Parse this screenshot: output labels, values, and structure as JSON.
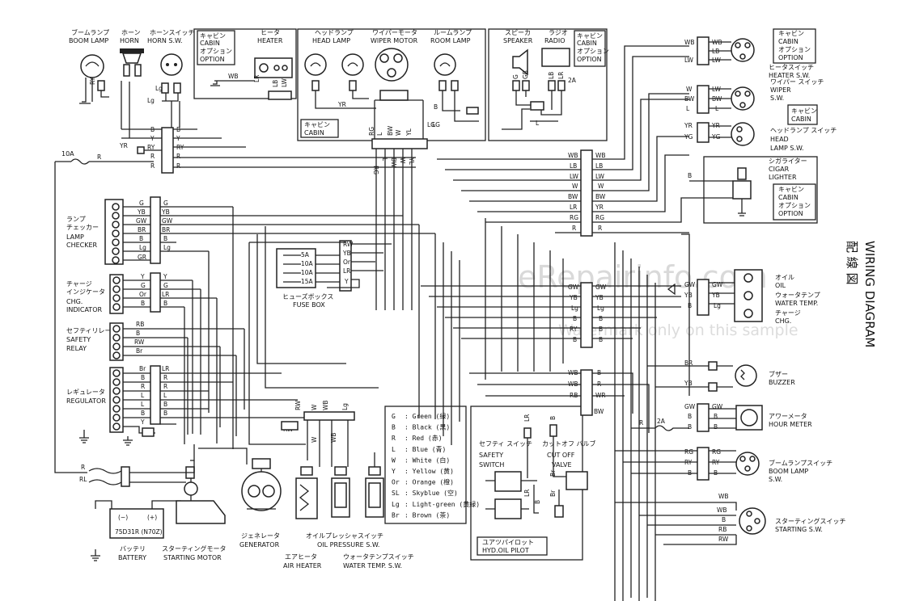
{
  "title": {
    "jp": "配 線 図",
    "en": "WIRING DIAGRAM"
  },
  "watermark": {
    "main": "eRepairinfo.com",
    "sub": "Watermark only on this sample"
  },
  "components": {
    "boom_lamp": {
      "jp": "ブームランプ",
      "en": "BOOM LAMP"
    },
    "horn": {
      "jp": "ホーン",
      "en": "HORN"
    },
    "horn_sw": {
      "jp": "ホーンスイッチ",
      "en": "HORN S.W."
    },
    "heater": {
      "jp": "ヒータ",
      "en": "HEATER"
    },
    "head_lamp": {
      "jp": "ヘッドランプ",
      "en": "HEAD LAMP"
    },
    "wiper_motor": {
      "jp": "ワイパーモータ",
      "en": "WIPER MOTOR"
    },
    "room_lamp": {
      "jp": "ルームランプ",
      "en": "ROOM LAMP"
    },
    "speaker": {
      "jp": "スピーカ",
      "en": "SPEAKER"
    },
    "radio": {
      "jp": "ラジオ",
      "en": "RADIO"
    },
    "lamp_checker": {
      "jp1": "ランプ",
      "jp2": "チェッカー",
      "en1": "LAMP",
      "en2": "CHECKER"
    },
    "chg_indicator": {
      "jp1": "チャージ",
      "jp2": "インジケータ",
      "en1": "CHG.",
      "en2": "INDICATOR"
    },
    "safety_relay": {
      "jp": "セフティリレー",
      "en1": "SAFETY",
      "en2": "RELAY"
    },
    "regulator": {
      "jp": "レギュレータ",
      "en": "REGULATOR"
    },
    "fuse_box": {
      "jp": "ヒューズボックス",
      "en": "FUSE BOX"
    },
    "battery": {
      "jp": "バッテリ",
      "en": "BATTERY",
      "model": "75D31R (N70Z)",
      "minus": "(−)",
      "plus": "(+)"
    },
    "starting_motor": {
      "jp": "スターティングモータ",
      "en": "STARTING MOTOR"
    },
    "generator": {
      "jp": "ジェネレータ",
      "en": "GENERATOR"
    },
    "oil_pressure_sw": {
      "jp": "オイルプレッシャスイッチ",
      "en": "OIL PRESSURE S.W."
    },
    "air_heater": {
      "jp": "エアヒータ",
      "en": "AIR HEATER"
    },
    "water_temp_sw": {
      "jp": "ウォータテンプスイッチ",
      "en": "WATER TEMP. S.W."
    },
    "safety_switch": {
      "jp": "セフティ スイッチ",
      "en1": "SAFETY",
      "en2": "SWITCH"
    },
    "cutoff_valve": {
      "jp": "カットオフ バルブ",
      "en1": "CUT OFF",
      "en2": "VALVE"
    },
    "hyd_oil_pilot": {
      "jp": "ユアツパイロット",
      "en": "HYD.OIL PILOT"
    },
    "heater_sw": {
      "jp": "ヒータスイッチ",
      "en": "HEATER S.W."
    },
    "wiper_sw": {
      "jp": "ワイパー スイッチ",
      "en1": "WIPER",
      "en2": "S.W."
    },
    "head_lamp_sw": {
      "jp": "ヘッドランプ スイッチ",
      "en1": "HEAD",
      "en2": "LAMP S.W."
    },
    "cigar_lighter": {
      "jp": "シガライター",
      "en1": "CIGAR",
      "en2": "LIGHTER"
    },
    "oil": {
      "jp": "オイル",
      "en": "OIL"
    },
    "water_temp": {
      "jp": "ウォータテンプ",
      "en": "WATER TEMP."
    },
    "chg": {
      "jp": "チャージ",
      "en": "CHG."
    },
    "buzzer": {
      "jp": "ブザー",
      "en": "BUZZER"
    },
    "hour_meter": {
      "jp": "アワーメータ",
      "en": "HOUR METER"
    },
    "boom_lamp_sw": {
      "jp": "ブームランプスイッチ",
      "en1": "BOOM LAMP",
      "en2": "S.W."
    },
    "starting_sw": {
      "jp": "スターティングスイッチ",
      "en": "STARTING S.W."
    }
  },
  "option_boxes": {
    "cabin_option": {
      "l1": "キャビン",
      "l2": "CABIN",
      "l3": "オプション",
      "l4": "OPTION"
    },
    "cabin": {
      "l1": "キャビン",
      "l2": "CABIN"
    }
  },
  "fuses": {
    "main": "10A",
    "hour": "2A",
    "radio": "2A",
    "box": [
      "5A",
      "10A",
      "10A",
      "15A"
    ]
  },
  "legend": [
    {
      "code": "G",
      "name": "Green",
      "jp": "(緑)"
    },
    {
      "code": "B",
      "name": "Black",
      "jp": "(黒)"
    },
    {
      "code": "R",
      "name": "Red",
      "jp": "(赤)"
    },
    {
      "code": "L",
      "name": "Blue",
      "jp": "(青)"
    },
    {
      "code": "W",
      "name": "White",
      "jp": "(白)"
    },
    {
      "code": "Y",
      "name": "Yellow",
      "jp": "(黄)"
    },
    {
      "code": "Or",
      "name": "Orange",
      "jp": "(橙)"
    },
    {
      "code": "SL",
      "name": "Skyblue",
      "jp": "(空)"
    },
    {
      "code": "Lg",
      "name": "Light-green",
      "jp": "(黄緑)"
    },
    {
      "code": "Br",
      "name": "Brown",
      "jp": "(茶)"
    }
  ],
  "wire_codes": {
    "lamp_checker": [
      "G",
      "YB",
      "GW",
      "BR",
      "B",
      "Lg",
      "GR"
    ],
    "chg_indicator": [
      "Y",
      "G",
      "Or",
      "B"
    ],
    "chg_indicator_out": [
      "Y",
      "G",
      "LR",
      "B"
    ],
    "safety_relay": [
      "RB",
      "B",
      "RW",
      "Br"
    ],
    "regulator": [
      "Br",
      "B",
      "R",
      "L",
      "L",
      "B",
      "Y"
    ],
    "regulator_out": [
      "LR",
      "R",
      "R",
      "L",
      "B",
      "B"
    ],
    "fuse_box": [
      "RW",
      "YB",
      "Or",
      "LR",
      "Y"
    ],
    "top_left": [
      "B",
      "Y",
      "RY",
      "R",
      "R"
    ],
    "top_left_out": [
      "B",
      "Y",
      "RY",
      "R",
      "R"
    ],
    "center_top": [
      "RG",
      "L",
      "BW",
      "W",
      "YL",
      "LG"
    ],
    "upper_right_left": [
      "WB",
      "LB",
      "LW",
      "W",
      "BW",
      "LR",
      "RG",
      "R"
    ],
    "upper_right_right": [
      "WB",
      "LB",
      "LW",
      "W",
      "BW",
      "YR",
      "RG",
      "R"
    ],
    "heater_sw_l": [
      "WB",
      "LW"
    ],
    "heater_sw_r": [
      "WB",
      "LB",
      "LW"
    ],
    "wiper_sw_l": [
      "W",
      "BW",
      "L"
    ],
    "wiper_sw_r": [
      "LW",
      "BW",
      "L"
    ],
    "head_sw_l": [
      "YR",
      "YG"
    ],
    "head_sw_r": [
      "YR",
      "YG"
    ],
    "gauge_l": [
      "GW",
      "YB",
      "Lg",
      "B",
      "RY",
      "B"
    ],
    "gauge_r": [
      "GW",
      "YB",
      "Lg",
      "B",
      "B",
      "B"
    ],
    "gauge_far_l": [
      "GW",
      "YB",
      "B"
    ],
    "gauge_far_r": [
      "GW",
      "YB",
      "Lg"
    ],
    "lower_l": [
      "WB",
      "WB",
      "RB",
      "BW"
    ],
    "lower_r": [
      "B",
      "R",
      "WR"
    ],
    "buzzer": [
      "BR",
      "YB"
    ],
    "hour_meter_l": [
      "GW",
      "B",
      "B"
    ],
    "hour_meter_r": [
      "GW",
      "B",
      "B"
    ],
    "boom_sw_l": [
      "RG",
      "RY",
      "B"
    ],
    "boom_sw_r": [
      "RG",
      "RY",
      "B"
    ],
    "starting_sw": [
      "WB",
      "B",
      "RB",
      "RW"
    ],
    "gen_connector": [
      "RW",
      "W",
      "WB",
      "Lg"
    ],
    "pilot": [
      "LR",
      "B",
      "Br",
      "LR",
      "B",
      "Br"
    ],
    "heater_codes": [
      "LR",
      "LB",
      "LW",
      "WB",
      "LR"
    ],
    "heater_aux": [
      "WB",
      "Lg"
    ],
    "room_lamp_codes": [
      "YR",
      "B",
      "LG",
      "L"
    ],
    "speaker_codes": [
      "G",
      "GB",
      "LB",
      "LR",
      "2A"
    ],
    "boom_lamp_codes": [
      "RY"
    ],
    "battery_codes": [
      "R",
      "RL"
    ],
    "misc_R": [
      "R",
      "YR"
    ],
    "cigar": [
      "B"
    ]
  }
}
